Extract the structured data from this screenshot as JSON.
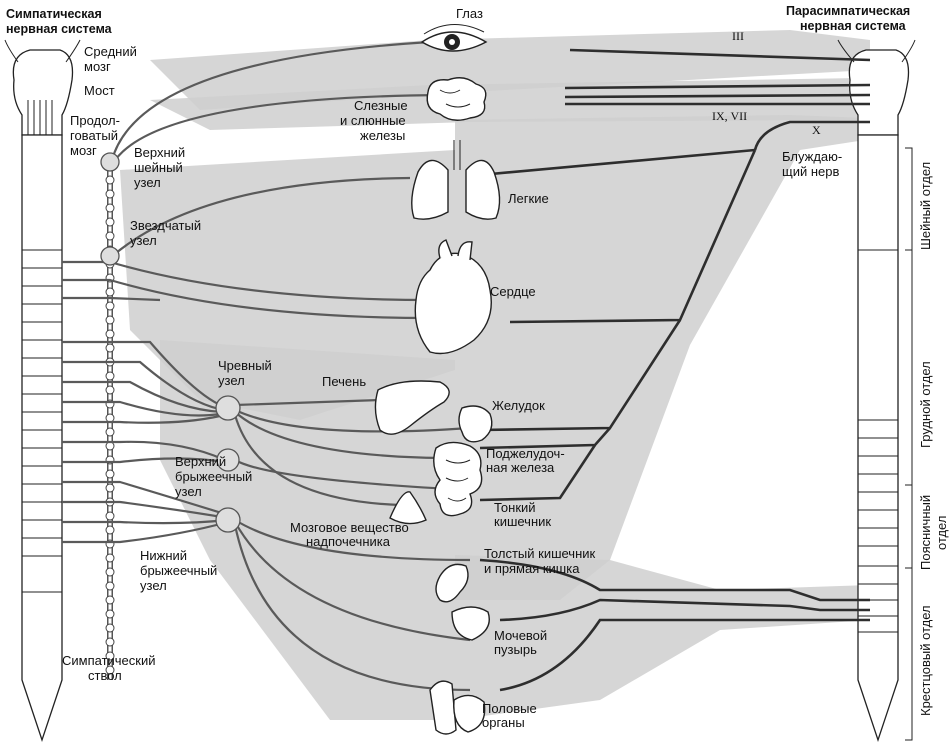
{
  "titles": {
    "sympathetic": [
      "Симпатическая",
      "нервная система"
    ],
    "parasympathetic": [
      "Парасимпатическая",
      "нервная система"
    ]
  },
  "brain": {
    "midbrain": [
      "Средний",
      "мозг"
    ],
    "pons": "Мост",
    "medulla": [
      "Продол-",
      "говатый",
      "мозг"
    ]
  },
  "ganglia": {
    "superior_cervical": [
      "Верхний",
      "шейный",
      "узел"
    ],
    "stellate": [
      "Звездчатый",
      "узел"
    ],
    "celiac": [
      "Чревный",
      "узел"
    ],
    "superior_mesenteric": [
      "Верхний",
      "брыжеечный",
      "узел"
    ],
    "inferior_mesenteric": [
      "Нижний",
      "брыжеечный",
      "узел"
    ],
    "trunk": [
      "Симпатический",
      "ствол"
    ]
  },
  "organs": {
    "eye": "Глаз",
    "glands": [
      "Слезные",
      "и слюнные",
      "железы"
    ],
    "lungs": "Легкие",
    "heart": "Сердце",
    "liver": "Печень",
    "stomach": "Желудок",
    "pancreas": [
      "Поджелудоч-",
      "ная железа"
    ],
    "small_intestine": [
      "Тонкий",
      "кишечник"
    ],
    "adrenal": [
      "Мозговое вещество",
      "надпочечника"
    ],
    "large_intestine": [
      "Толстый кишечник",
      "и прямая кишка"
    ],
    "bladder": [
      "Мочевой",
      "пузырь"
    ],
    "genitals": [
      "Половые",
      "органы"
    ]
  },
  "nerves": {
    "cranial_3": "III",
    "cranial_9_7": "IX, VII",
    "cranial_10": "X",
    "vagus": [
      "Блуждаю-",
      "щий нерв"
    ]
  },
  "regions": {
    "cervical": "Шейный отдел",
    "thoracic": "Грудной отдел",
    "lumbar": [
      "Поясничный",
      "отдел"
    ],
    "sacral": "Крестцовый отдел"
  }
}
